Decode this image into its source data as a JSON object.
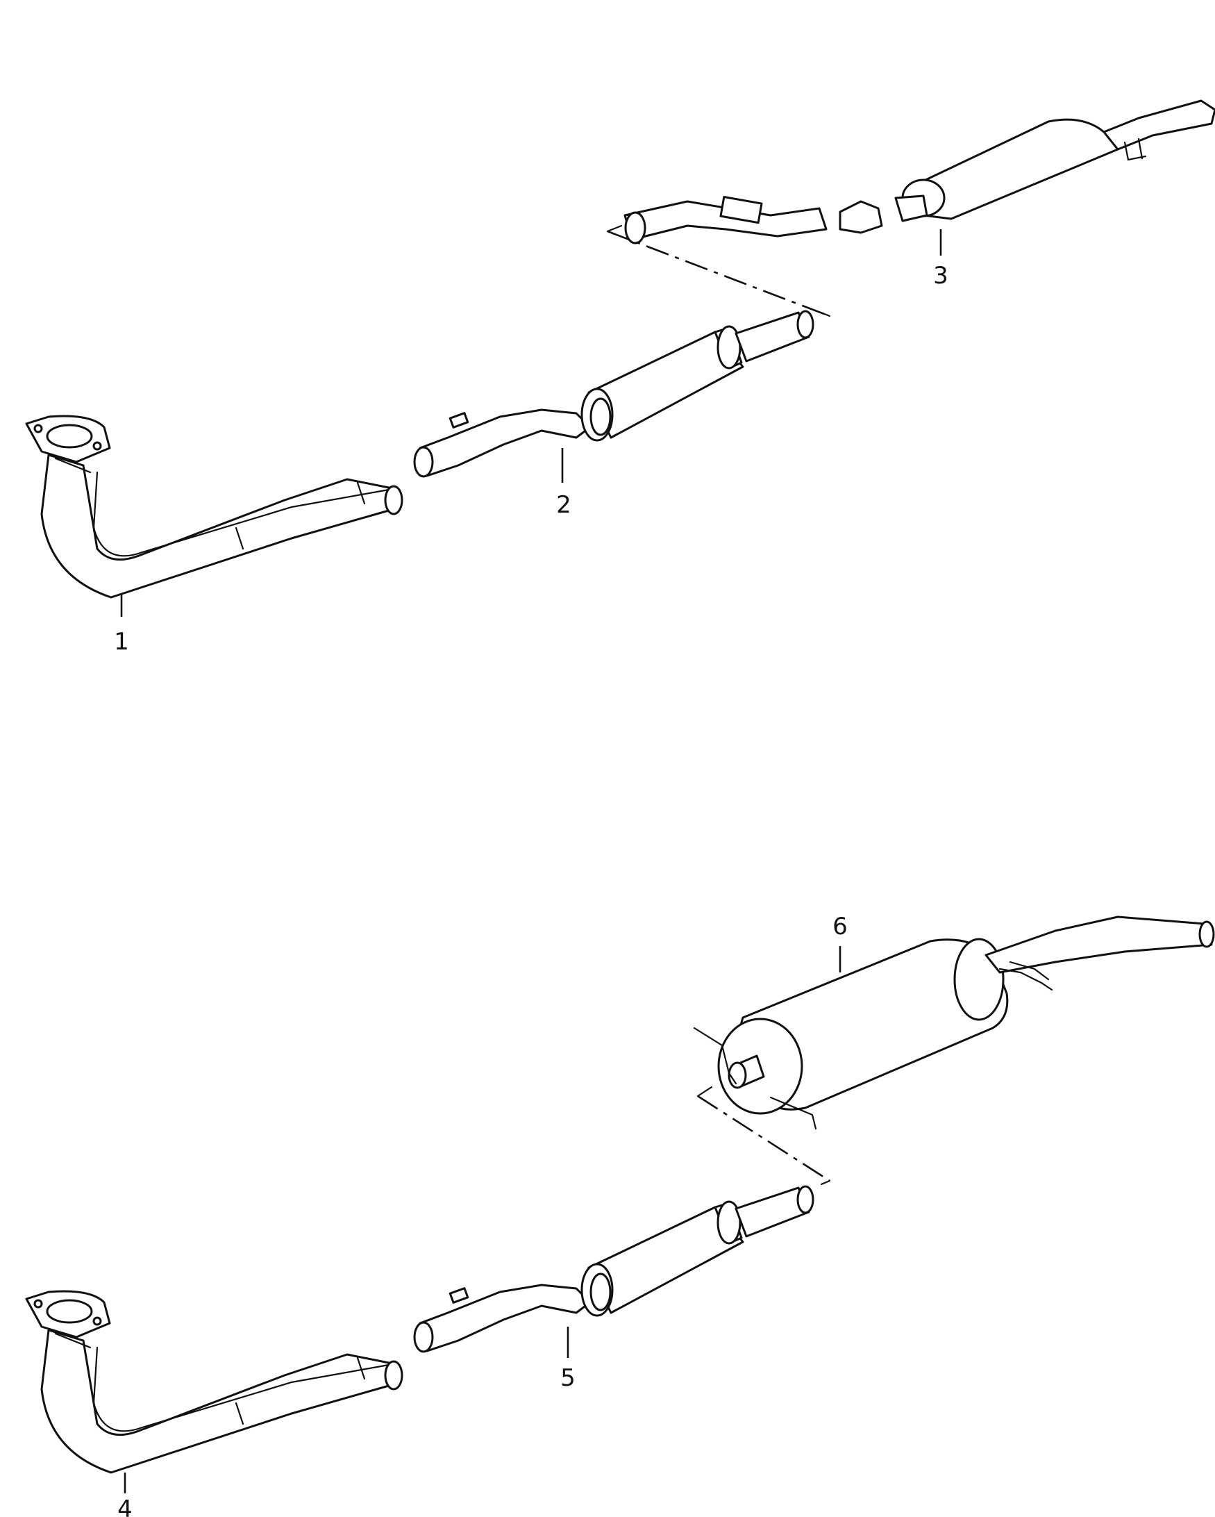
{
  "figure": {
    "background": "#ffffff",
    "line_color": "#111111",
    "callouts": [
      {
        "id": "1",
        "part": "front-exhaust-pipe-upper"
      },
      {
        "id": "2",
        "part": "center-muffler-upper"
      },
      {
        "id": "3",
        "part": "rear-muffler-upper"
      },
      {
        "id": "4",
        "part": "front-exhaust-pipe-lower"
      },
      {
        "id": "5",
        "part": "center-muffler-lower"
      },
      {
        "id": "6",
        "part": "rear-muffler-lower"
      }
    ]
  }
}
